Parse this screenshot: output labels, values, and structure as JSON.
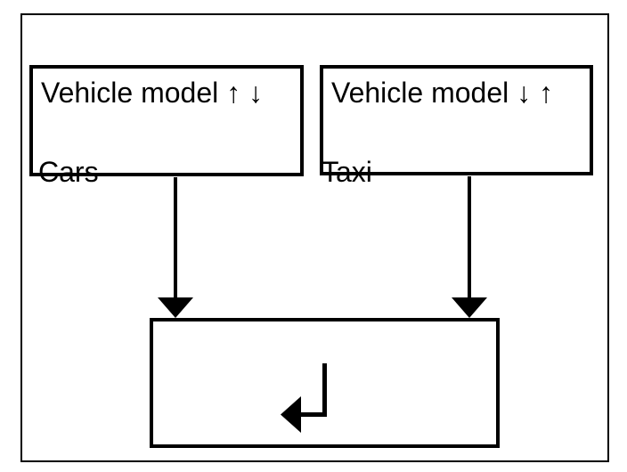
{
  "colors": {
    "ink": "#000000",
    "paper": "#ffffff"
  },
  "diagram": {
    "left_node": {
      "title": "Vehicle model ↑ ↓",
      "caption": "Cars"
    },
    "right_node": {
      "title": "Vehicle model ↓ ↑",
      "caption": "Taxi"
    },
    "merge_node": {
      "icon": "return-arrow"
    },
    "connectors": [
      {
        "from": "left_node",
        "to": "merge_node",
        "style": "down-arrow"
      },
      {
        "from": "right_node",
        "to": "merge_node",
        "style": "down-arrow"
      }
    ]
  }
}
